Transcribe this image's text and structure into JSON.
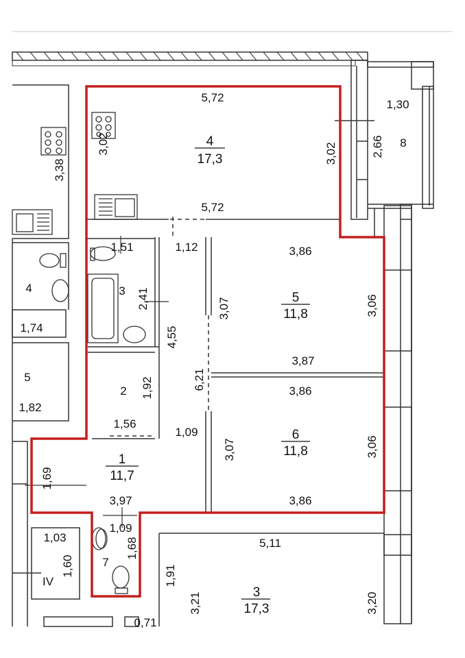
{
  "apartment_rooms": [
    {
      "id": "r4",
      "number": "4",
      "area": "17,3"
    },
    {
      "id": "r5",
      "number": "5",
      "area": "11,8"
    },
    {
      "id": "r6",
      "number": "6",
      "area": "11,8"
    },
    {
      "id": "r1",
      "number": "1",
      "area": "11,7"
    },
    {
      "id": "r3b",
      "number": "3"
    },
    {
      "id": "r2",
      "number": "2"
    },
    {
      "id": "r7",
      "number": "7"
    },
    {
      "id": "r8",
      "number": "8"
    }
  ],
  "neighbor_rooms": [
    {
      "id": "n4",
      "number": "4"
    },
    {
      "id": "n5",
      "number": "5"
    },
    {
      "id": "n3",
      "number": "3",
      "area": "17,3"
    },
    {
      "id": "niv",
      "number": "IV"
    }
  ],
  "dimensions": {
    "kitchen_top": "5,72",
    "kitchen_left": "3,02",
    "kitchen_right": "3,02",
    "kitchen_bottom": "5,72",
    "balcony_width": "1,30",
    "balcony_length": "2,66",
    "bath_width": "1,51",
    "bath_length": "2,41",
    "corridor_width": "1,12",
    "corridor_height": "4,55",
    "room5_top": "3,86",
    "room5_left": "3,07",
    "room5_right": "3,06",
    "room5_bottom": "3,87",
    "room6_top": "3,86",
    "room6_left": "3,07",
    "room6_right": "3,06",
    "room6_bottom": "3,86",
    "closet_height": "1,92",
    "closet_width": "1,56",
    "hall_long": "6,21",
    "hall_narrow": "1,09",
    "hall_height": "1,69",
    "hall_width": "3,97",
    "wc_width": "1,09",
    "wc_length": "1,68",
    "nb_kitchen": "3,38",
    "nb_bath": "1,74",
    "nb_room5": "1,82",
    "nb_iv_width": "1,03",
    "nb_iv_length": "1,60",
    "nb_room3_top": "5,11",
    "nb_room3_left": "1,91",
    "nb_room3_left2": "3,21",
    "nb_room3_right": "3,20",
    "nb_cut": "0,71"
  },
  "colors": {
    "outline": "#c41e1e",
    "wall": "#222222",
    "gray": "#666666"
  }
}
